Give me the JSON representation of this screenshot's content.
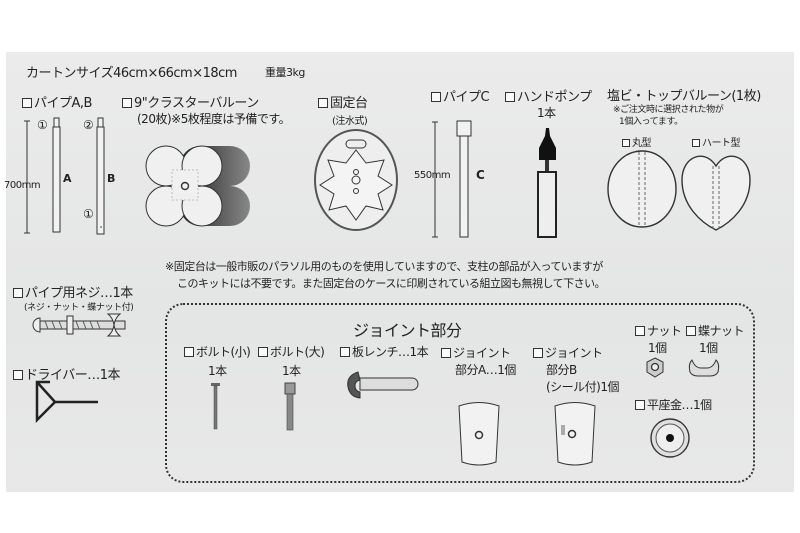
{
  "header": {
    "carton_size": "カートンサイズ46cm×66cm×18cm",
    "weight": "重量3kg"
  },
  "items": {
    "pipe_ab": {
      "label": "パイプA,B",
      "dimension": "700mm",
      "marker_1": "①",
      "marker_2": "②",
      "marker_1b": "①",
      "letter_a": "A",
      "letter_b": "B"
    },
    "cluster_balloon": {
      "label": "9\"クラスターバルーン",
      "note": "(20枚)※5枚程度は予備です。"
    },
    "base": {
      "label": "固定台",
      "sub": "(注水式)"
    },
    "pipe_c": {
      "label": "パイプC",
      "dimension": "550mm",
      "letter": "C"
    },
    "hand_pump": {
      "label": "ハンドポンプ",
      "qty": "1本"
    },
    "top_balloon": {
      "label": "塩ビ・トップバルーン(1枚)",
      "note_line1": "※ご注文時に選択された物が",
      "note_line2": "1個入ってます。",
      "option_round": "丸型",
      "option_heart": "ハート型"
    },
    "pipe_screw": {
      "label": "パイプ用ネジ…1本",
      "sub": "(ネジ・ナット・蝶ナット付)"
    },
    "driver": {
      "label": "ドライバー…1本"
    }
  },
  "notice": {
    "line1": "※固定台は一般市販のパラソル用のものを使用していますので、支柱の部品が入っていますが",
    "line2": "このキットには不要です。また固定台のケースに印刷されている組立図も無視して下さい。"
  },
  "joint_section": {
    "title": "ジョイント部分",
    "bolt_small": {
      "label": "ボルト(小)",
      "qty": "1本"
    },
    "bolt_large": {
      "label": "ボルト(大)",
      "qty": "1本"
    },
    "wrench": {
      "label": "板レンチ…1本"
    },
    "joint_a": {
      "label_line1": "ジョイント",
      "label_line2": "部分A…1個"
    },
    "joint_b": {
      "label_line1": "ジョイント",
      "label_line2": "部分B",
      "label_line3": "(シール付)1個"
    },
    "nut": {
      "label": "ナット",
      "qty": "1個"
    },
    "wing_nut": {
      "label": "蝶ナット",
      "qty": "1個"
    },
    "washer": {
      "label": "平座金…1個"
    }
  },
  "colors": {
    "panel": "#e8e8e8",
    "ink": "#222222"
  }
}
